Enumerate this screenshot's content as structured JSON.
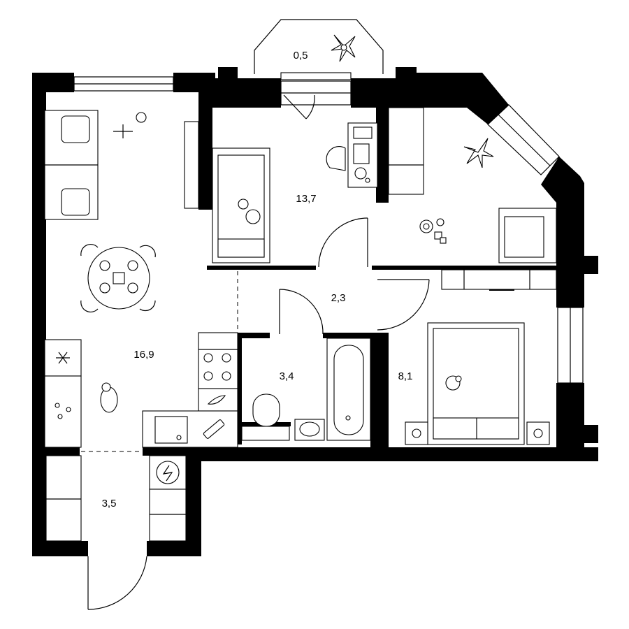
{
  "plan": {
    "areas": {
      "balcony": "0,5",
      "kitchen_living": "16,9",
      "bedroom_kids": "13,7",
      "corridor": "2,3",
      "bathroom": "3,4",
      "bedroom_main": "8,1",
      "entrance_hall": "3,5"
    },
    "colors": {
      "wall": "#000000",
      "background": "#ffffff"
    }
  }
}
